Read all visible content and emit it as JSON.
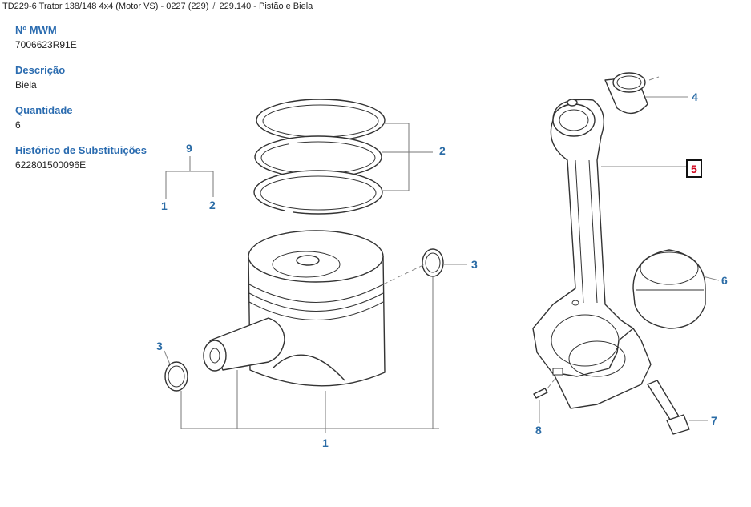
{
  "breadcrumb": {
    "group": "TD229-6 Trator 138/148 4x4 (Motor VS) - 0227 (229)",
    "separator": "/",
    "section": "229.140 - Pistão e Biela"
  },
  "fields": [
    {
      "label": "Nº MWM",
      "value": "7006623R91E"
    },
    {
      "label": "Descrição",
      "value": "Biela"
    },
    {
      "label": "Quantidade",
      "value": "6"
    },
    {
      "label": "Histórico de Substituições",
      "value": "622801500096E"
    }
  ],
  "diagram": {
    "callouts": {
      "c9": "9",
      "c1a": "1",
      "c2a": "2",
      "c2": "2",
      "c3a": "3",
      "c3b": "3",
      "c1": "1",
      "c4": "4",
      "c5": "5",
      "c6": "6",
      "c7": "7",
      "c8": "8"
    },
    "highlighted_callout": "5",
    "colors": {
      "callout": "#2b6ca6",
      "highlight": "#d0021b",
      "label": "#2b6cb0"
    }
  }
}
